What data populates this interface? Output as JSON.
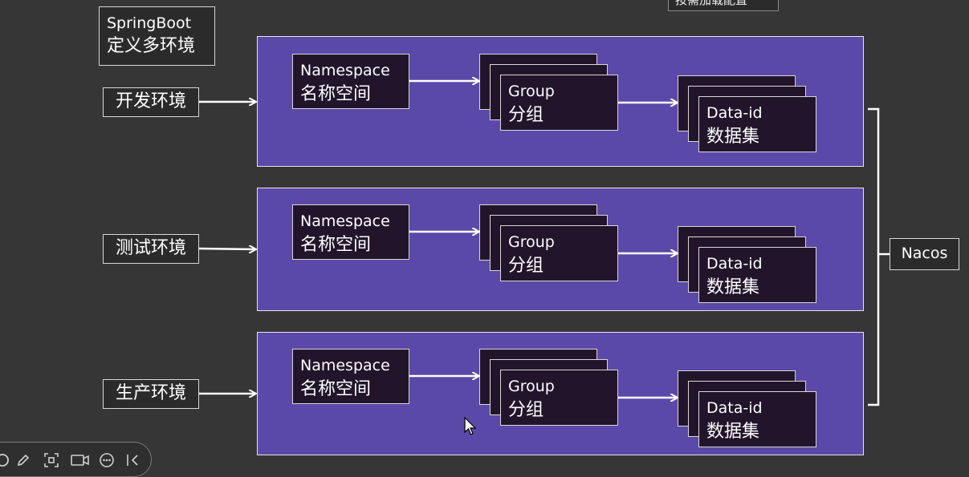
{
  "title_box": {
    "line1": "SpringBoot",
    "line2": "定义多环境"
  },
  "tooltip": {
    "text": "按需加载配置"
  },
  "environments": [
    {
      "label": "开发环境"
    },
    {
      "label": "测试环境"
    },
    {
      "label": "生产环境"
    }
  ],
  "namespace": {
    "line1": "Namespace",
    "line2": "名称空间"
  },
  "group": {
    "line1": "Group",
    "line2": "分组"
  },
  "dataid": {
    "line1": "Data-id",
    "line2": "数据集"
  },
  "nacos": {
    "label": "Nacos"
  },
  "toolbar": {
    "icons": [
      "circle-icon",
      "pencil-icon",
      "screenshot-icon",
      "camera-icon",
      "more-icon",
      "collapse-icon"
    ]
  },
  "colors": {
    "background": "#363636",
    "panel": "#5a49a8",
    "box": "#22152b",
    "line": "#ffffff"
  }
}
